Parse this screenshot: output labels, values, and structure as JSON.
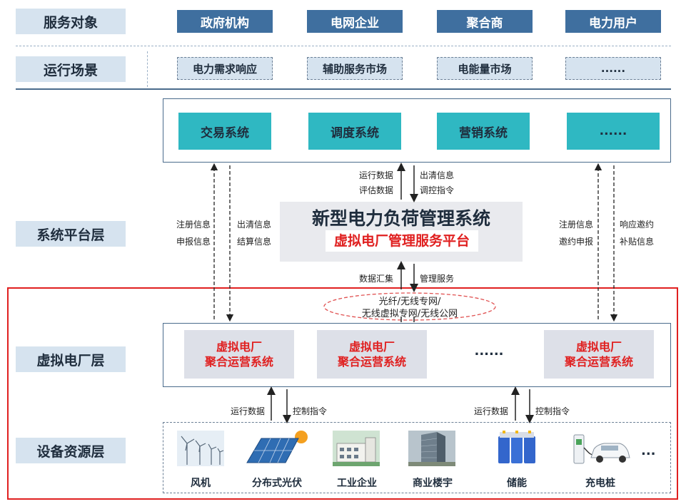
{
  "layers": {
    "service_objects": "服务对象",
    "scenarios": "运行场景",
    "platform": "系统平台层",
    "vpp": "虚拟电厂层",
    "devices": "设备资源层"
  },
  "service_objects": [
    "政府机构",
    "电网企业",
    "聚合商",
    "电力用户"
  ],
  "scenarios": [
    "电力需求响应",
    "辅助服务市场",
    "电能量市场",
    "......"
  ],
  "systems": [
    "交易系统",
    "调度系统",
    "营销系统",
    "......"
  ],
  "platform_title": "新型电力负荷管理系统",
  "platform_subtitle": "虚拟电厂管理服务平台",
  "flows": {
    "left_up_1": "注册信息",
    "left_up_2": "申报信息",
    "left_down_1": "出清信息",
    "left_down_2": "结算信息",
    "center_up_1": "运行数据",
    "center_up_2": "评估数据",
    "center_down_1": "出清信息",
    "center_down_2": "调控指令",
    "right_up_1": "注册信息",
    "right_up_2": "邀约申报",
    "right_down_1": "响应邀约",
    "right_down_2": "补贴信息",
    "mid_up": "数据汇集",
    "mid_down": "管理服务",
    "dev_left_up": "运行数据",
    "dev_left_down": "控制指令",
    "dev_right_up": "运行数据",
    "dev_right_down": "控制指令"
  },
  "network": [
    "光纤/无线专网/",
    "无线虚拟专网/无线公网"
  ],
  "vpp_systems": [
    {
      "line1": "虚拟电厂",
      "line2": "聚合运营系统"
    },
    {
      "line1": "虚拟电厂",
      "line2": "聚合运营系统"
    },
    {
      "line1": "虚拟电厂",
      "line2": "聚合运营系统"
    }
  ],
  "vpp_ellipsis": "......",
  "devices": [
    {
      "label": "风机",
      "icon": "wind-turbine-icon"
    },
    {
      "label": "分布式光伏",
      "icon": "solar-panel-icon"
    },
    {
      "label": "工业企业",
      "icon": "factory-icon"
    },
    {
      "label": "商业楼宇",
      "icon": "office-building-icon"
    },
    {
      "label": "储能",
      "icon": "battery-storage-icon"
    },
    {
      "label": "充电桩",
      "icon": "ev-charger-icon"
    }
  ],
  "devices_ellipsis": "...",
  "colors": {
    "service_box": "#3f6f9f",
    "layer_label": "#d6e3ef",
    "system_box": "#2fb8c2",
    "vpp_text": "#e02020",
    "highlight_border": "#e02020"
  }
}
